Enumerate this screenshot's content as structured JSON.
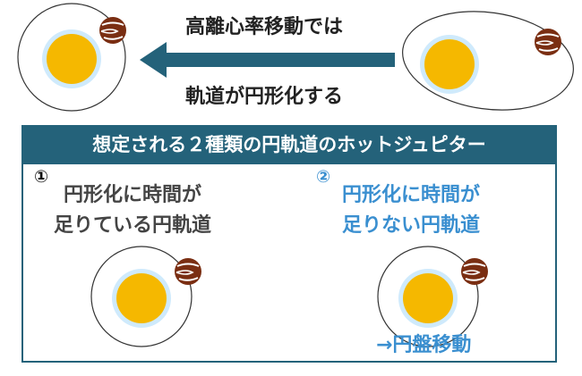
{
  "top": {
    "arrow_label_top": "高離心率移動では",
    "arrow_label_bottom": "軌道が円形化する"
  },
  "banner": {
    "title": "想定される２種類の円軌道のホットジュピター"
  },
  "cases": [
    {
      "number": "①",
      "title_line1": "円形化に時間が",
      "title_line2": "足りている円軌道"
    },
    {
      "number": "②",
      "title_line1": "円形化に時間が",
      "title_line2": "足りない円軌道",
      "note": "→円盤移動"
    }
  ],
  "colors": {
    "banner": "#24627a",
    "arrow": "#24627a",
    "case2_text": "#3a8fd0",
    "star": "#f5b800",
    "star_glow": "#8fd0f5",
    "planet": "#7a2e12"
  }
}
